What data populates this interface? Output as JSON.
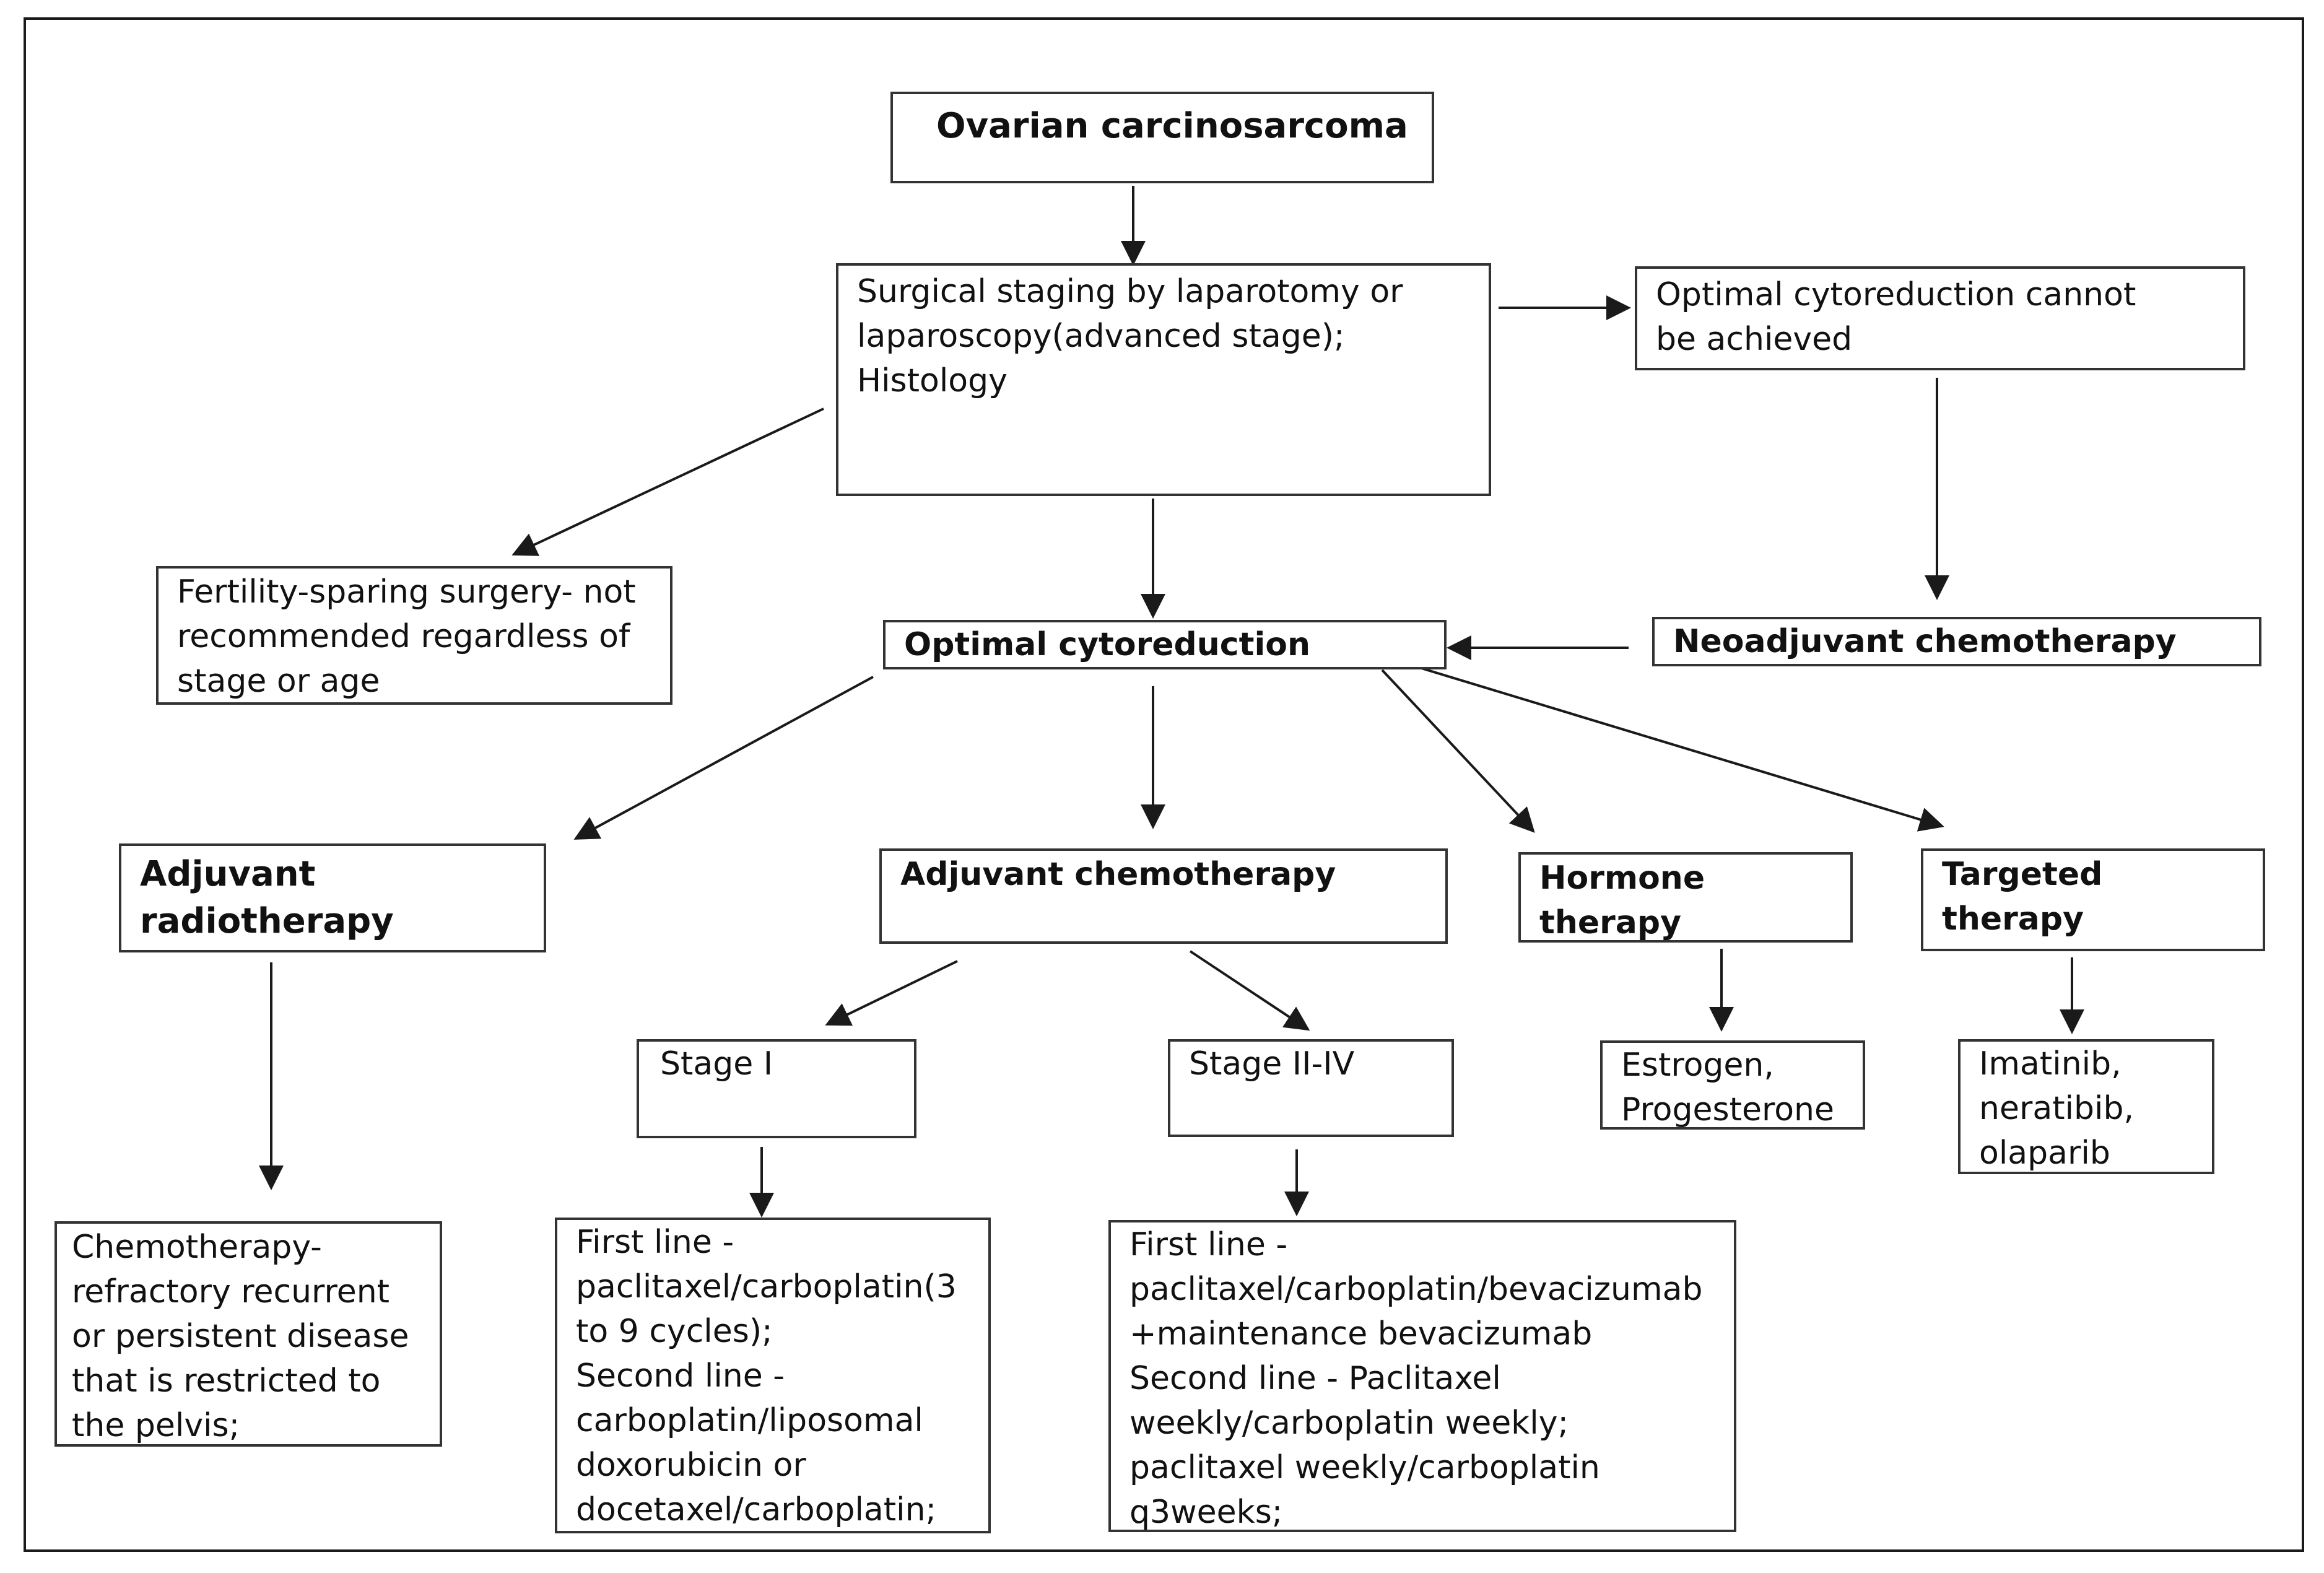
{
  "nodes": {
    "root": "Ovarian carcinosarcoma",
    "staging": "Surgical staging by laparotomy or\nlaparoscopy(advanced stage);\nHistology",
    "no_cyto": "Optimal cytoreduction cannot\nbe achieved",
    "fertility": "Fertility-sparing surgery-  not\nrecommended regardless of\nstage or age",
    "optimal": "Optimal cytoreduction",
    "neoadj": "Neoadjuvant chemotherapy",
    "radio": "Adjuvant\nradiotherapy",
    "chemo": "Adjuvant chemotherapy",
    "hormone": "Hormone\ntherapy",
    "targeted": "Targeted therapy",
    "stage1": "Stage I",
    "stage2": "Stage II-IV",
    "estrogen": "Estrogen,\nProgesterone",
    "imatinib": "Imatinib,\nneratibib,\nolaparib",
    "radio_out": " Chemotherapy-\nrefractory recurrent\nor persistent disease\nthat is restricted to\nthe pelvis;",
    "stage1_out": "First line -\npaclitaxel/carboplatin(3\nto 9 cycles);\nSecond line -\ncarboplatin/liposomal\ndoxorubicin or\ndocetaxel/carboplatin;",
    "stage2_out": "First line -\npaclitaxel/carboplatin/bevacizumab\n+maintenance bevacizumab\nSecond line -  Paclitaxel\nweekly/carboplatin weekly;\npaclitaxel weekly/carboplatin\nq3weeks;"
  },
  "edges": [
    [
      "root",
      "staging"
    ],
    [
      "staging",
      "no_cyto"
    ],
    [
      "staging",
      "fertility"
    ],
    [
      "staging",
      "optimal"
    ],
    [
      "no_cyto",
      "neoadj"
    ],
    [
      "neoadj",
      "optimal"
    ],
    [
      "optimal",
      "radio"
    ],
    [
      "optimal",
      "chemo"
    ],
    [
      "optimal",
      "hormone"
    ],
    [
      "optimal",
      "targeted"
    ],
    [
      "chemo",
      "stage1"
    ],
    [
      "chemo",
      "stage2"
    ],
    [
      "hormone",
      "estrogen"
    ],
    [
      "targeted",
      "imatinib"
    ],
    [
      "radio",
      "radio_out"
    ],
    [
      "stage1",
      "stage1_out"
    ],
    [
      "stage2",
      "stage2_out"
    ]
  ],
  "colors": {
    "line": "#1a1a1a",
    "box_border": "#333333"
  }
}
